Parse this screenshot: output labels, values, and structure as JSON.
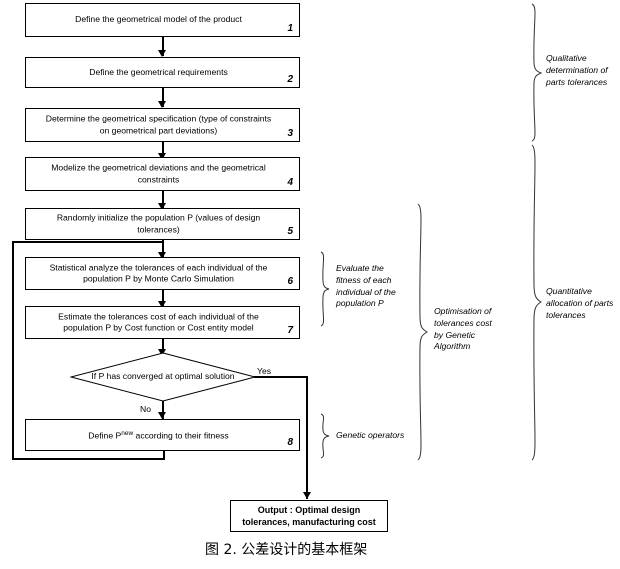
{
  "figure": {
    "caption": "图 2. 公差设计的基本框架",
    "caption_number": "2"
  },
  "flow": {
    "boxes": [
      {
        "id": 1,
        "num": "1",
        "text": "Define the geometrical  model of the product"
      },
      {
        "id": 2,
        "num": "2",
        "text": "Define the geometrical requirements"
      },
      {
        "id": 3,
        "num": "3",
        "text": "Determine the geometrical specification (type of constraints on geometrical part deviations)"
      },
      {
        "id": 4,
        "num": "4",
        "text": "Modelize the geometrical deviations and the geometrical constraints"
      },
      {
        "id": 5,
        "num": "5",
        "text": "Randomly initialize the population P (values of design tolerances)"
      },
      {
        "id": 6,
        "num": "6",
        "text": "Statistical analyze the tolerances of each individual of the population P by Monte Carlo Simulation"
      },
      {
        "id": 7,
        "num": "7",
        "text": "Estimate the tolerances cost of each individual of the population P by Cost function or Cost entity model"
      },
      {
        "id": 8,
        "num": "8",
        "text": "Define Pnew according to their fitness",
        "text_main": "Define P",
        "text_sup": "new",
        "text_rest": " according to their fitness"
      }
    ],
    "decision": {
      "text": "If P has converged at optimal solution",
      "label_yes": "Yes",
      "label_no": "No"
    },
    "output": {
      "line1": "Output : Optimal design",
      "line2": "tolerances, manufacturing cost"
    }
  },
  "annotations": [
    {
      "id": "qualitative",
      "text": "Qualitative determination of parts tolerances"
    },
    {
      "id": "quantitative",
      "text": "Quantitative allocation of parts tolerances"
    },
    {
      "id": "optimisation",
      "text": "Optimisation of tolerances cost by Genetic Algorithm"
    },
    {
      "id": "evaluate-fitness",
      "text": "Evaluate the fitness of each individual of the population P"
    },
    {
      "id": "genetic-operators",
      "text": "Genetic operators"
    }
  ],
  "colors": {
    "stroke": "#000000",
    "background": "#ffffff"
  }
}
